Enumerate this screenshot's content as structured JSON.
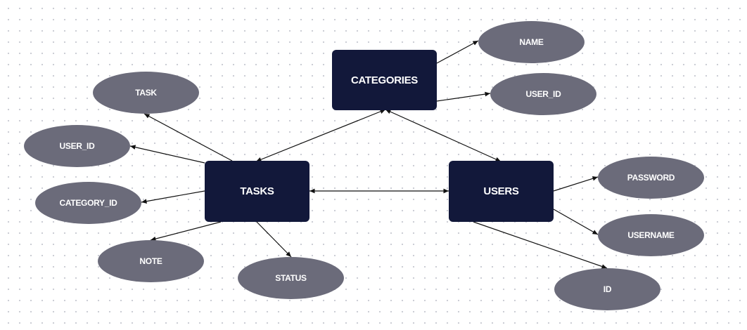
{
  "entities": {
    "categories": "CATEGORIES",
    "tasks": "TASKS",
    "users": "USERS"
  },
  "attributes": {
    "categories": {
      "name": "NAME",
      "user_id": "USER_ID"
    },
    "tasks": {
      "task": "TASK",
      "user_id": "USER_ID",
      "category_id": "CATEGORY_ID",
      "note": "NOTE",
      "status": "STATUS"
    },
    "users": {
      "password": "PASSWORD",
      "username": "USERNAME",
      "id": "ID"
    }
  },
  "colors": {
    "entity_fill": "#12183a",
    "attribute_fill": "#6b6b7a",
    "line": "#111111",
    "background_dots": "#c9cbd3"
  }
}
